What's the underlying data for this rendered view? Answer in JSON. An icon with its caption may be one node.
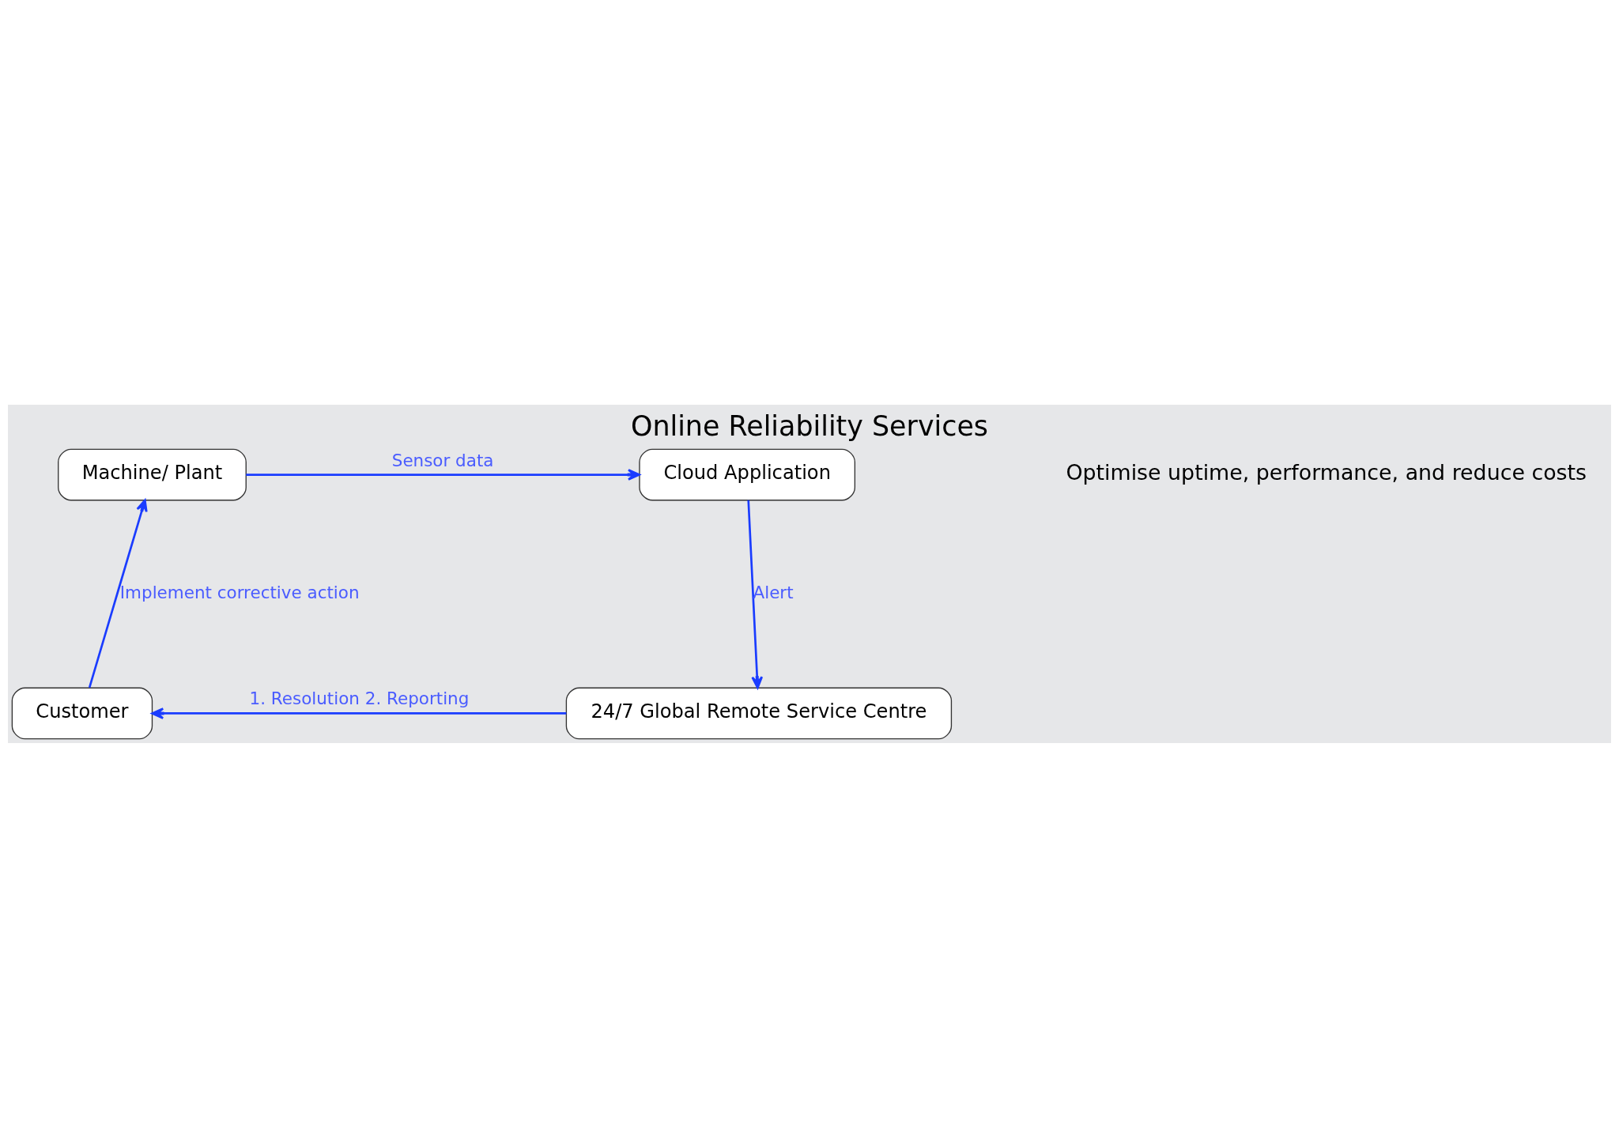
{
  "diagram": {
    "title": "Online Reliability Services",
    "nodes": [
      {
        "text": [
          "Machine/ Plant"
        ]
      },
      {
        "text": [
          "Cloud Application"
        ]
      },
      {
        "text": [
          "24/7 Global Remote Service Centre"
        ]
      },
      {
        "text": [
          "Customer"
        ]
      }
    ],
    "edges": [
      {
        "from": 0,
        "to": 1,
        "label": "Sensor data",
        "arrow": "to"
      },
      {
        "from": 1,
        "to": 2,
        "label": "Alert",
        "arrow": "to"
      },
      {
        "from": 2,
        "to": 3,
        "label": "1. Resolution 2. Reporting",
        "arrow": "to"
      },
      {
        "from": 3,
        "to": 0,
        "label": "Implement corrective action",
        "arrow": "to"
      }
    ],
    "labels": [
      "Optimise uptime, performance, and reduce costs"
    ]
  }
}
